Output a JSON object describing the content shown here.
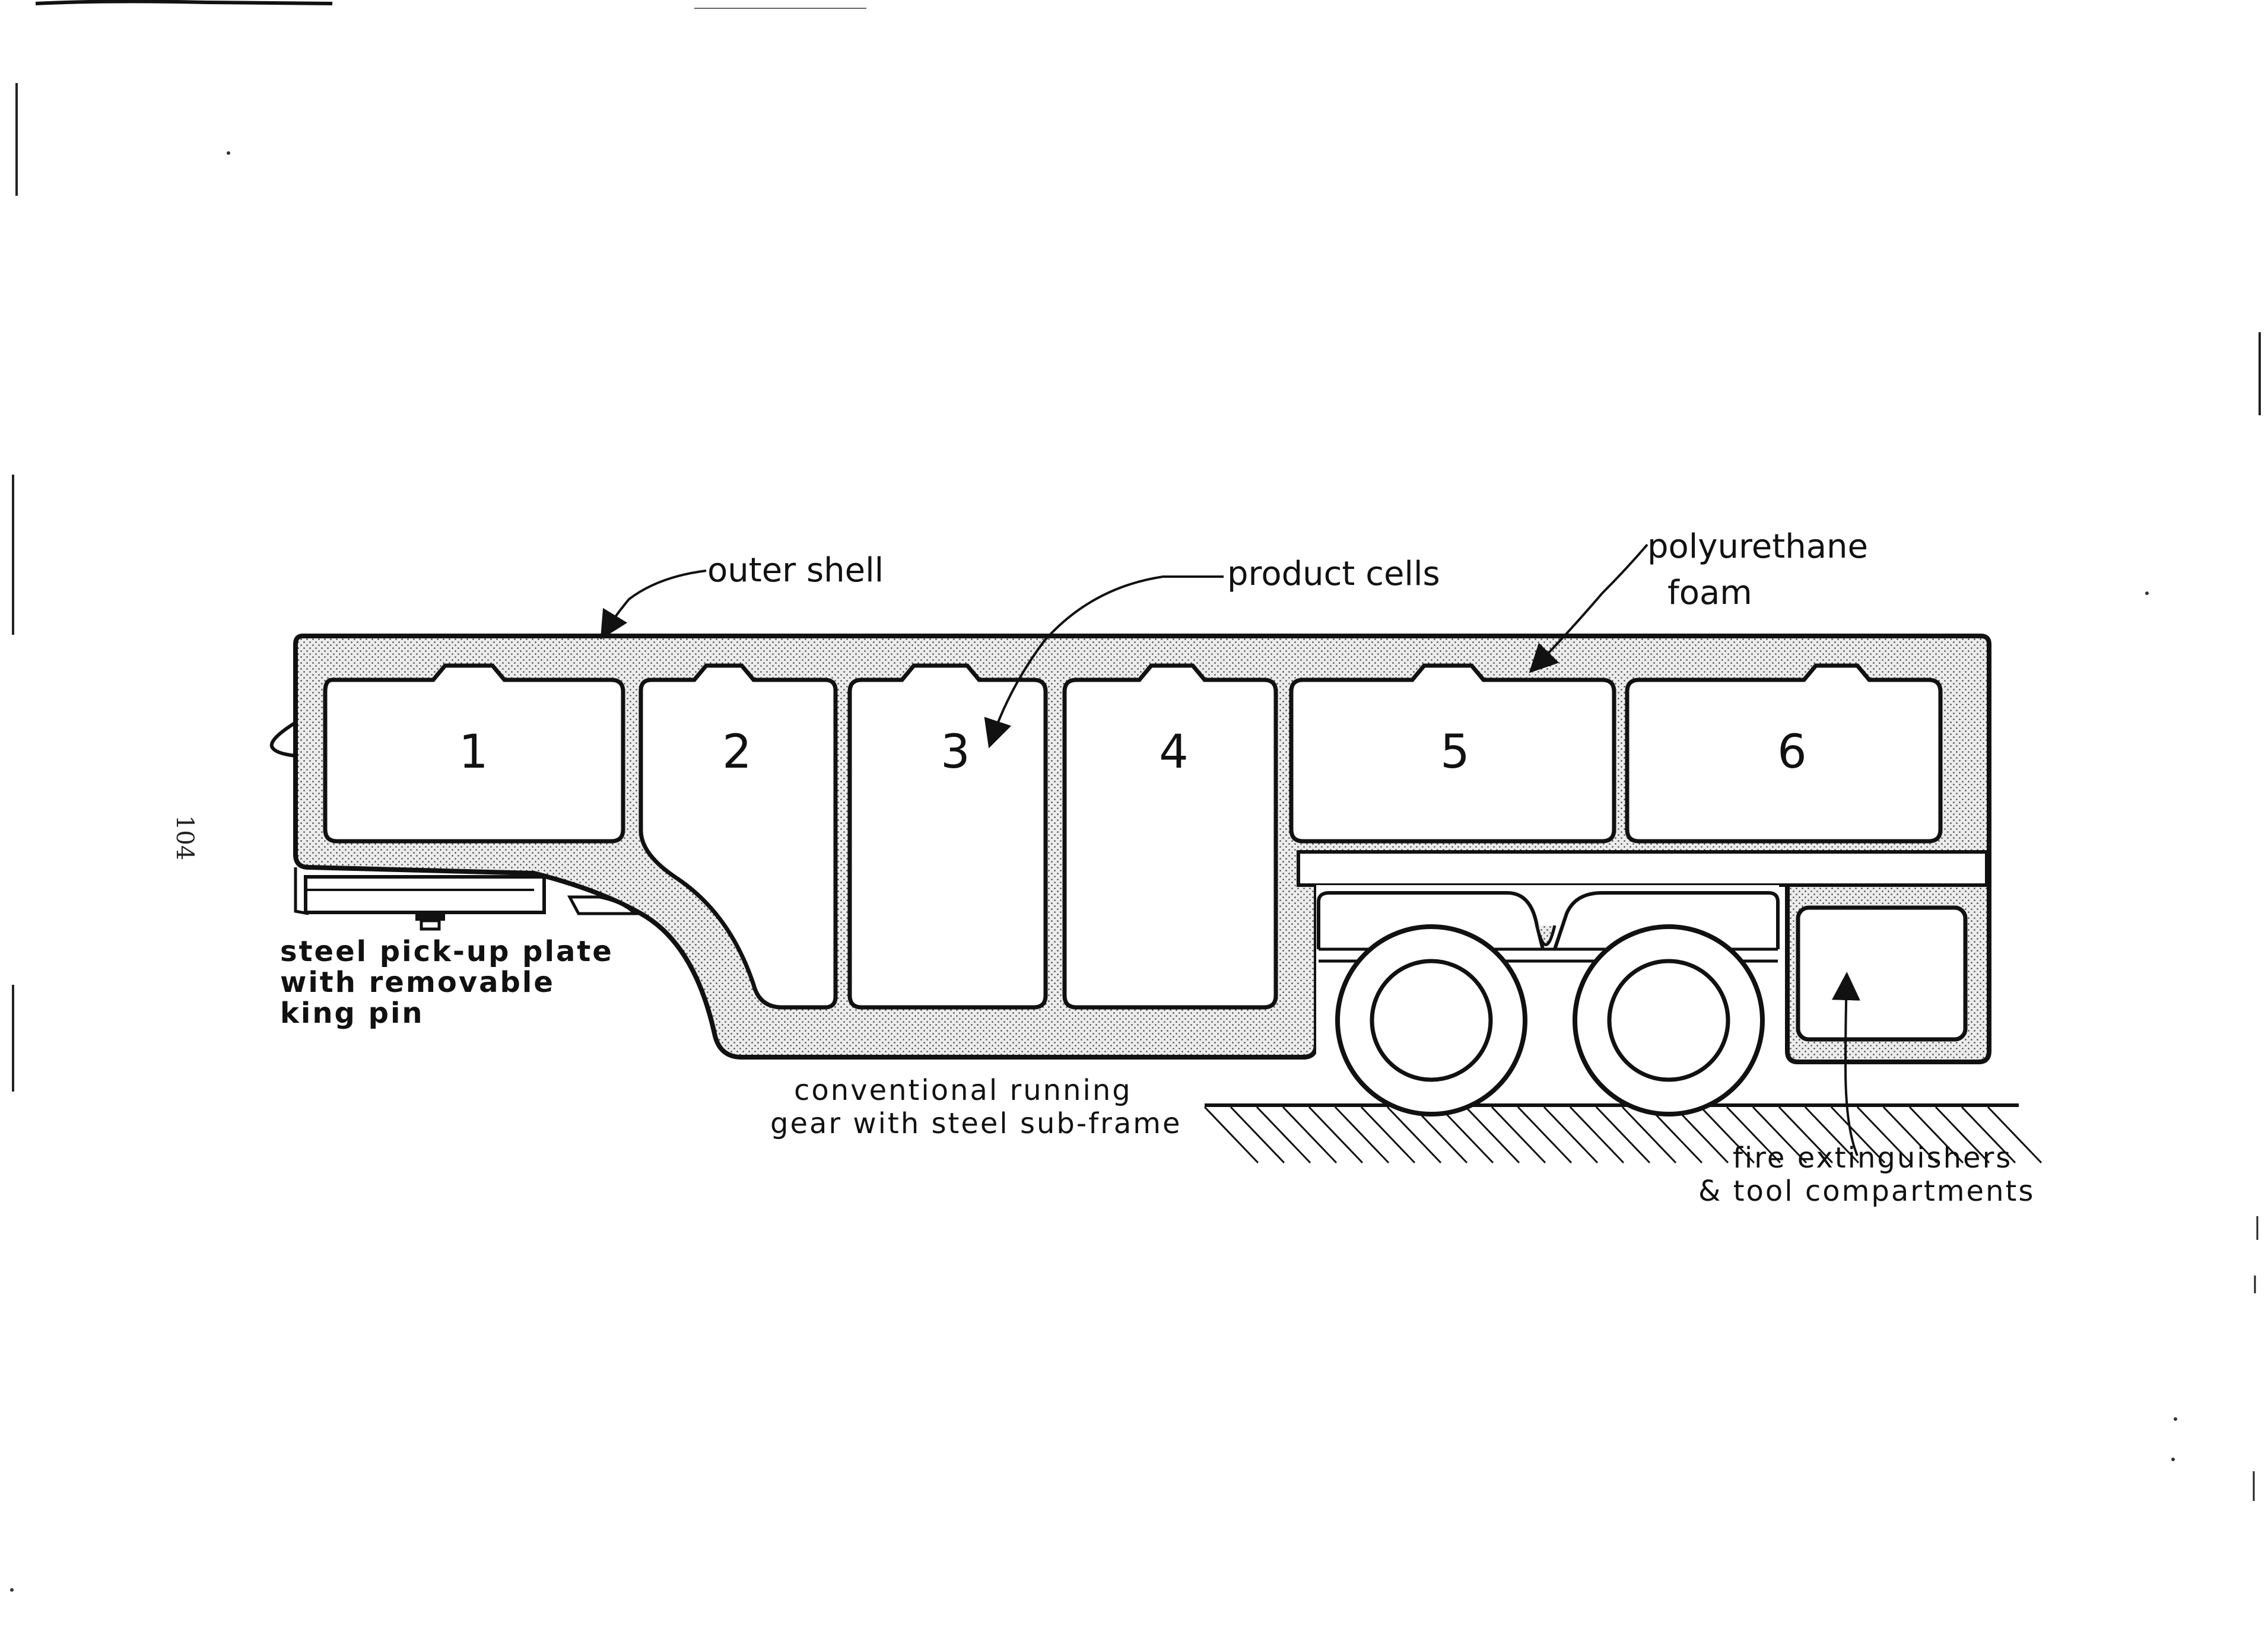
{
  "page_number": "104",
  "labels": {
    "outer_shell": "outer shell",
    "product_cells": "product cells",
    "foam_line1": "polyurethane",
    "foam_line2": "foam",
    "pickup_line1": "steel pick-up plate",
    "pickup_line2": "with removable",
    "pickup_line3": "king pin",
    "gear_line1": "conventional running",
    "gear_line2": "gear with steel sub-frame",
    "fire_line1": "fire extinguishers",
    "fire_line2": "& tool compartments"
  },
  "cells": [
    "1",
    "2",
    "3",
    "4",
    "5",
    "6"
  ]
}
